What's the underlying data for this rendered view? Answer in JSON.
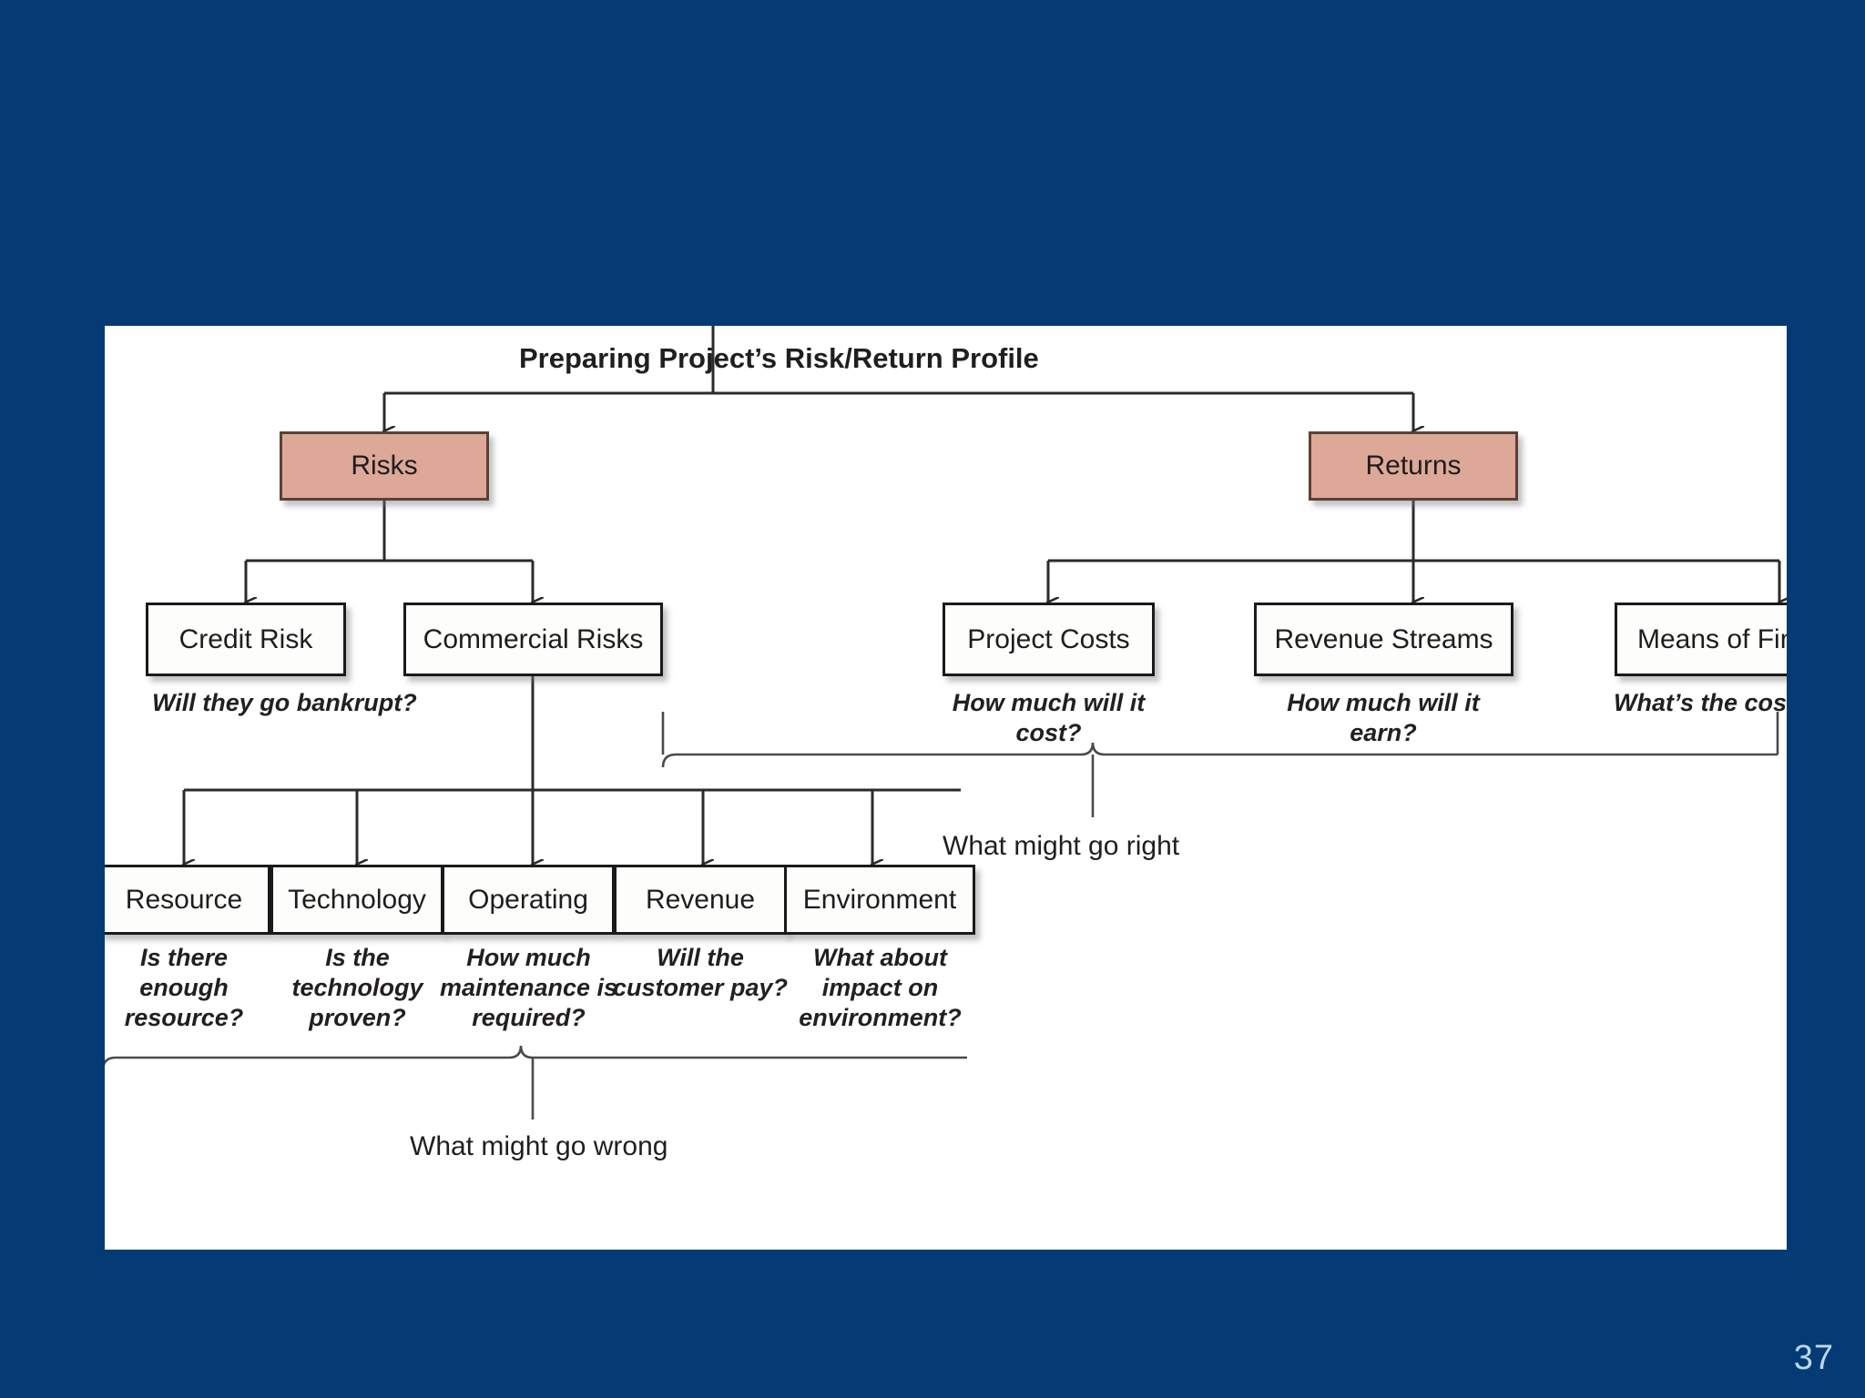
{
  "slide": {
    "background_color": "#043B75",
    "panel_background": "#FFFFFF",
    "accent_color": "#DDA898",
    "slide_number": "37"
  },
  "diagram": {
    "title": "Preparing Project’s Risk/Return Profile",
    "branches": [
      {
        "key": "risks",
        "label": "Risks"
      },
      {
        "key": "returns",
        "label": "Returns"
      }
    ],
    "risk_children": [
      {
        "label": "Credit Risk",
        "caption": "Will they go bankrupt?"
      },
      {
        "label": "Commercial Risks",
        "caption": ""
      }
    ],
    "return_children": [
      {
        "label": "Project Costs",
        "caption": "How much will it cost?"
      },
      {
        "label": "Revenue Streams",
        "caption": "How much will it earn?"
      },
      {
        "label": "Means of Financing",
        "caption": "What’s the cost of cap"
      }
    ],
    "commercial_children": [
      {
        "label": "Resource",
        "caption": "Is there enough\nresource?"
      },
      {
        "label": "Technology",
        "caption": "Is the technology\nproven?"
      },
      {
        "label": "Operating",
        "caption": "How much\nmaintenance is\nrequired?"
      },
      {
        "label": "Revenue",
        "caption": "Will the\ncustomer pay?"
      },
      {
        "label": "Environment",
        "caption": "What about\nimpact on\nenvironment?"
      }
    ],
    "brace_labels": {
      "right": "What might go right",
      "wrong": "What might go wrong"
    }
  }
}
